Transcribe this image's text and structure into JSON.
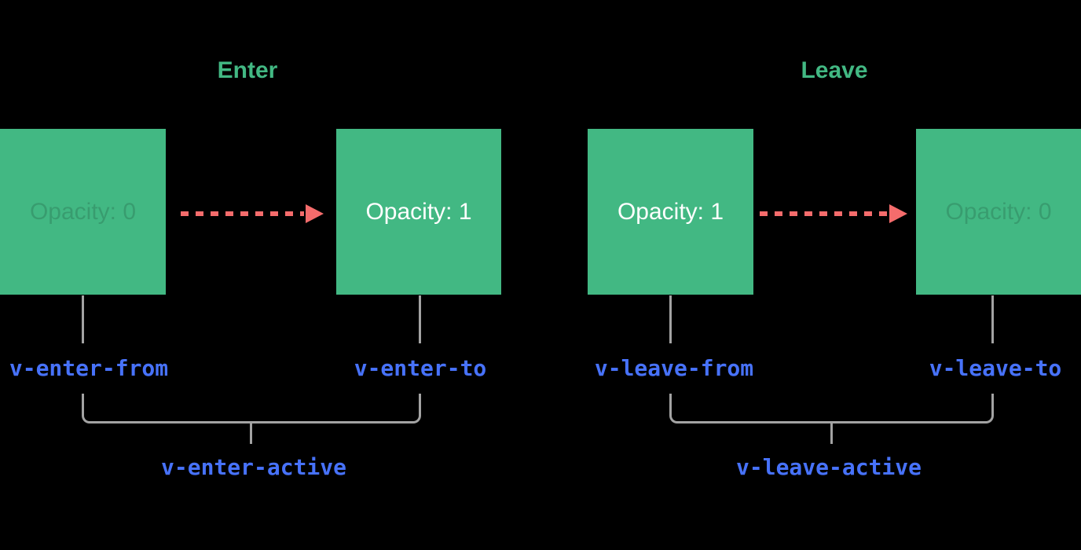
{
  "diagram": {
    "background": "#000000",
    "colors": {
      "background": "#000000",
      "box_green": "#42b883",
      "title_green": "#42b883",
      "class_blue": "#4772fa",
      "arrow_red": "#f56c6c",
      "line_gray": "#a3a3a3",
      "box_text_bright": "#ffffff",
      "box_text_faint": "rgba(0,0,0,0.15)"
    },
    "sections": [
      {
        "id": "enter",
        "title": "Enter",
        "boxes": [
          {
            "label": "Opacity: 0",
            "emphasis": "faint"
          },
          {
            "label": "Opacity: 1",
            "emphasis": "bright"
          }
        ],
        "classes": {
          "from": "v-enter-from",
          "to": "v-enter-to",
          "active": "v-enter-active"
        }
      },
      {
        "id": "leave",
        "title": "Leave",
        "boxes": [
          {
            "label": "Opacity: 1",
            "emphasis": "bright"
          },
          {
            "label": "Opacity: 0",
            "emphasis": "faint"
          }
        ],
        "classes": {
          "from": "v-leave-from",
          "to": "v-leave-to",
          "active": "v-leave-active"
        }
      }
    ]
  }
}
